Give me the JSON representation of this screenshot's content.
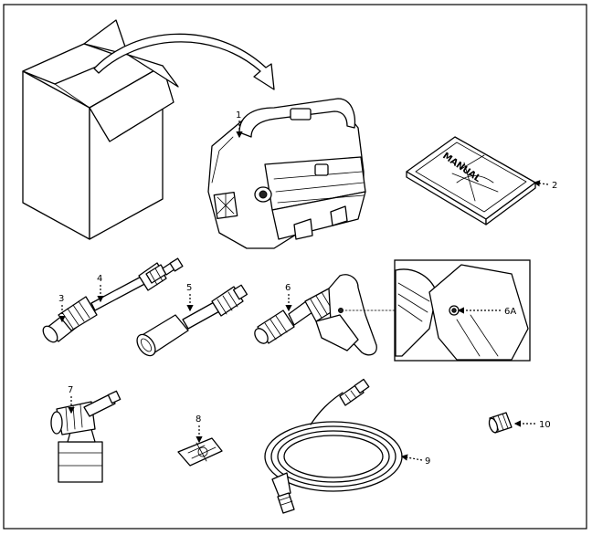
{
  "diagram": {
    "callouts": [
      {
        "id": "c1",
        "text": "1"
      },
      {
        "id": "c2",
        "text": "2"
      },
      {
        "id": "c3",
        "text": "3"
      },
      {
        "id": "c4",
        "text": "4"
      },
      {
        "id": "c5",
        "text": "5"
      },
      {
        "id": "c6",
        "text": "6"
      },
      {
        "id": "c6a",
        "text": "6A"
      },
      {
        "id": "c7",
        "text": "7"
      },
      {
        "id": "c8",
        "text": "8"
      },
      {
        "id": "c9",
        "text": "9"
      },
      {
        "id": "c10",
        "text": "10"
      }
    ],
    "manual_cover_text": "MANUAL"
  }
}
